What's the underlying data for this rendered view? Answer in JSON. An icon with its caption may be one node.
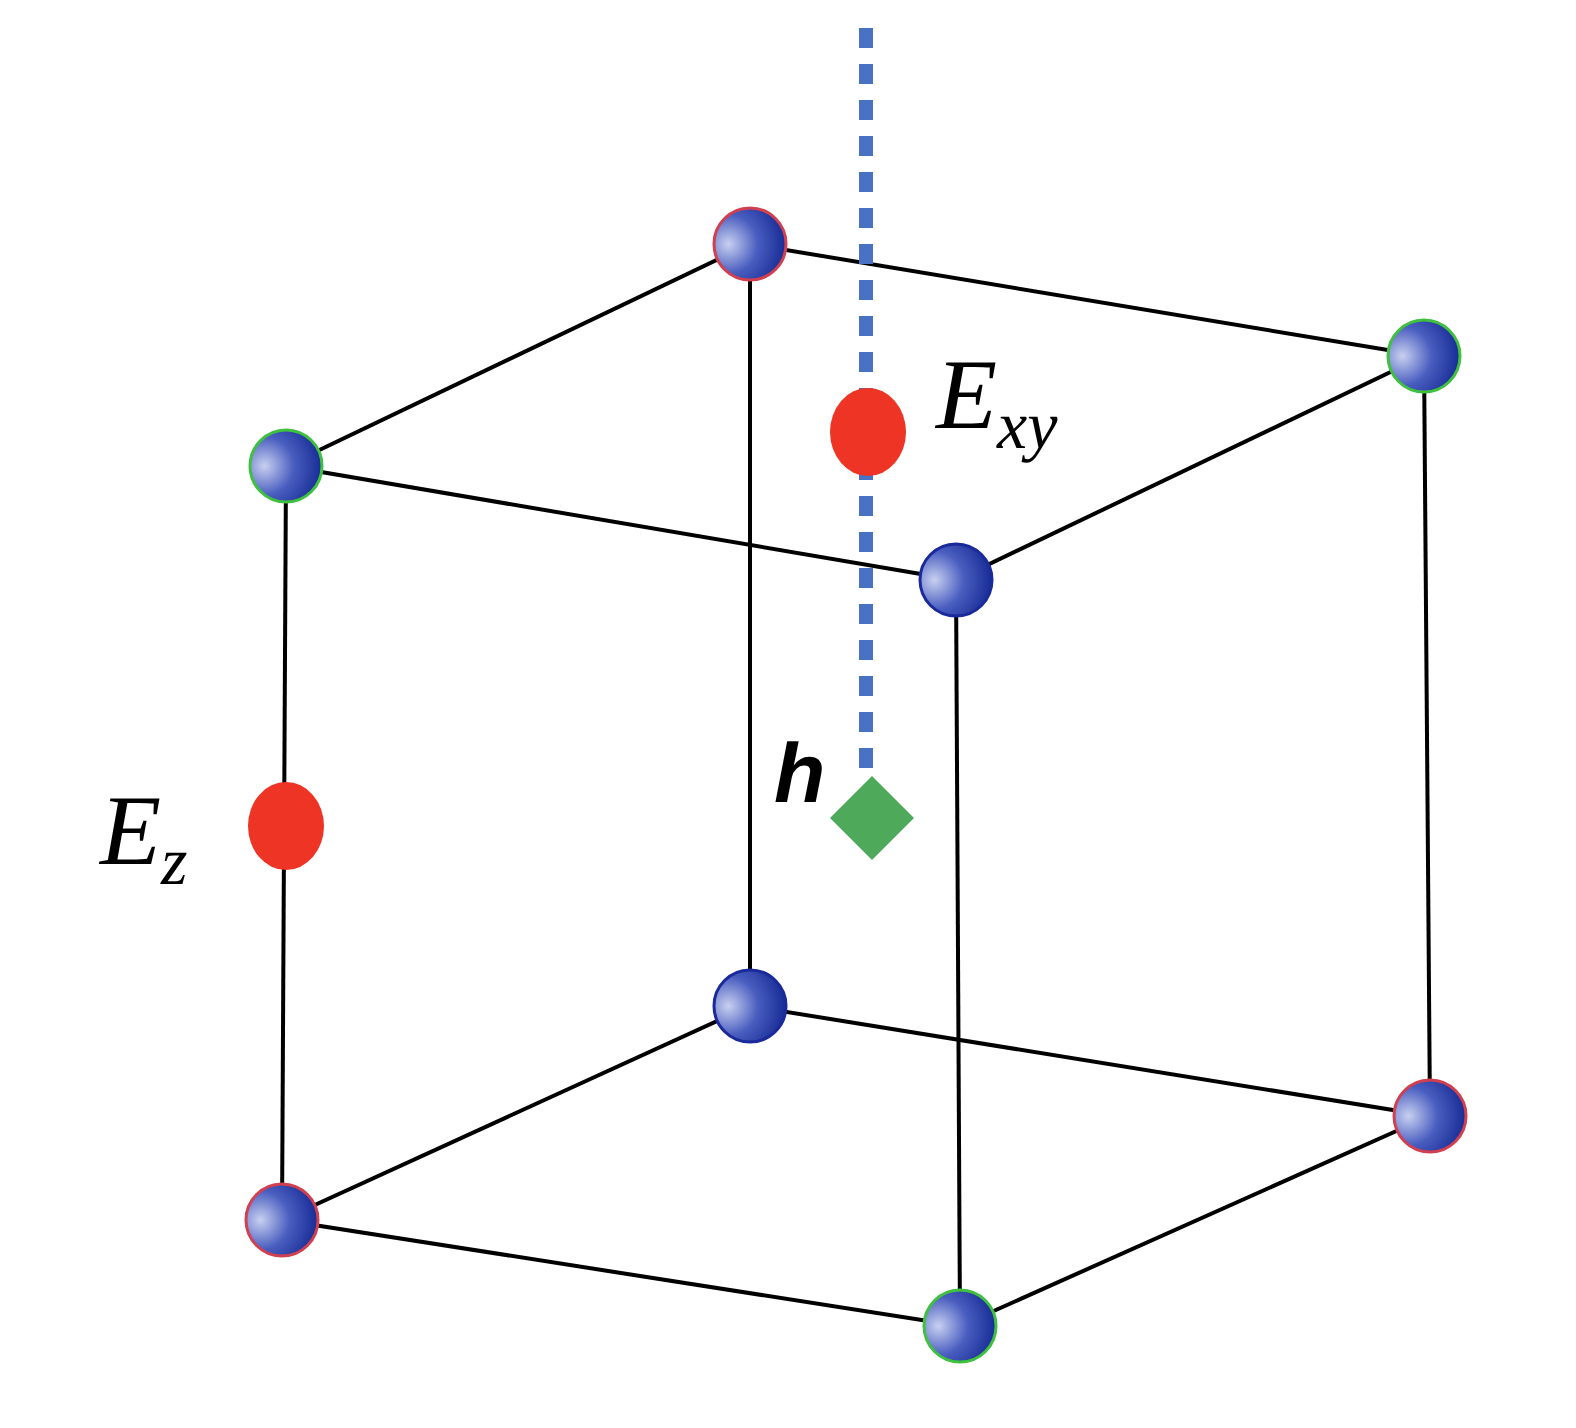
{
  "diagram": {
    "labels": [
      "E$_{xy}$",
      "E$_{z}$",
      "h"
    ]
  }
}
